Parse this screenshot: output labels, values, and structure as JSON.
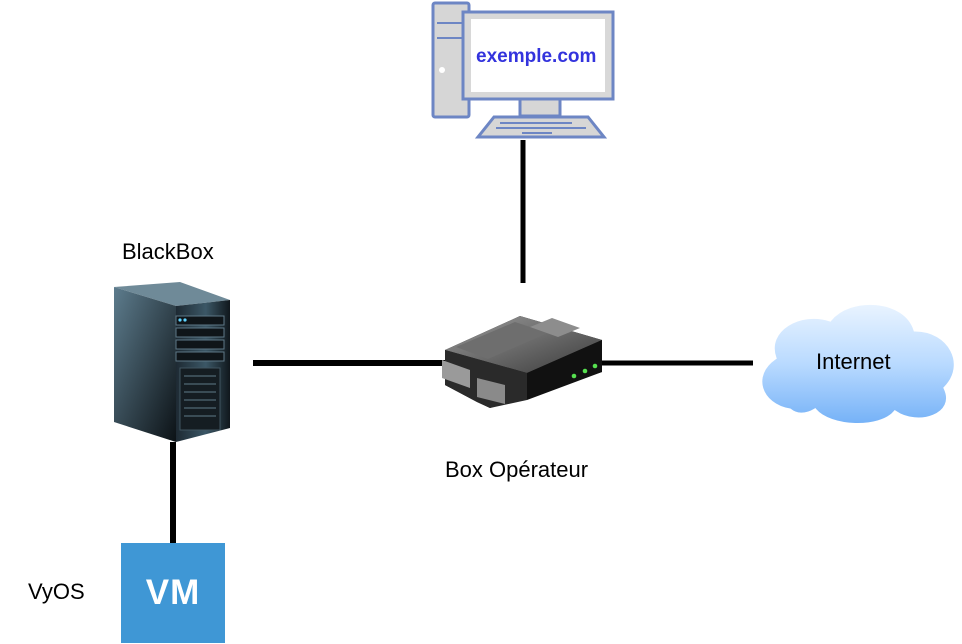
{
  "nodes": {
    "computer": {
      "screen_text": "exemple.com",
      "screen_text_color": "#3333dd"
    },
    "blackbox": {
      "label": "BlackBox"
    },
    "router": {
      "label": "Box Opérateur"
    },
    "internet": {
      "label": "Internet"
    },
    "vm": {
      "label": "VyOS",
      "badge_text": "VM",
      "badge_color": "#3f97d5"
    }
  },
  "connections": [
    {
      "from": "computer",
      "to": "router"
    },
    {
      "from": "blackbox",
      "to": "router"
    },
    {
      "from": "router",
      "to": "internet"
    },
    {
      "from": "blackbox",
      "to": "vm"
    }
  ],
  "colors": {
    "link": "#000000",
    "cloud": "#a8d0fb",
    "monitor": "#6d86c4"
  },
  "icons": [
    "desktop-computer-icon",
    "server-tower-icon",
    "router-icon",
    "cloud-icon",
    "vm-icon"
  ]
}
